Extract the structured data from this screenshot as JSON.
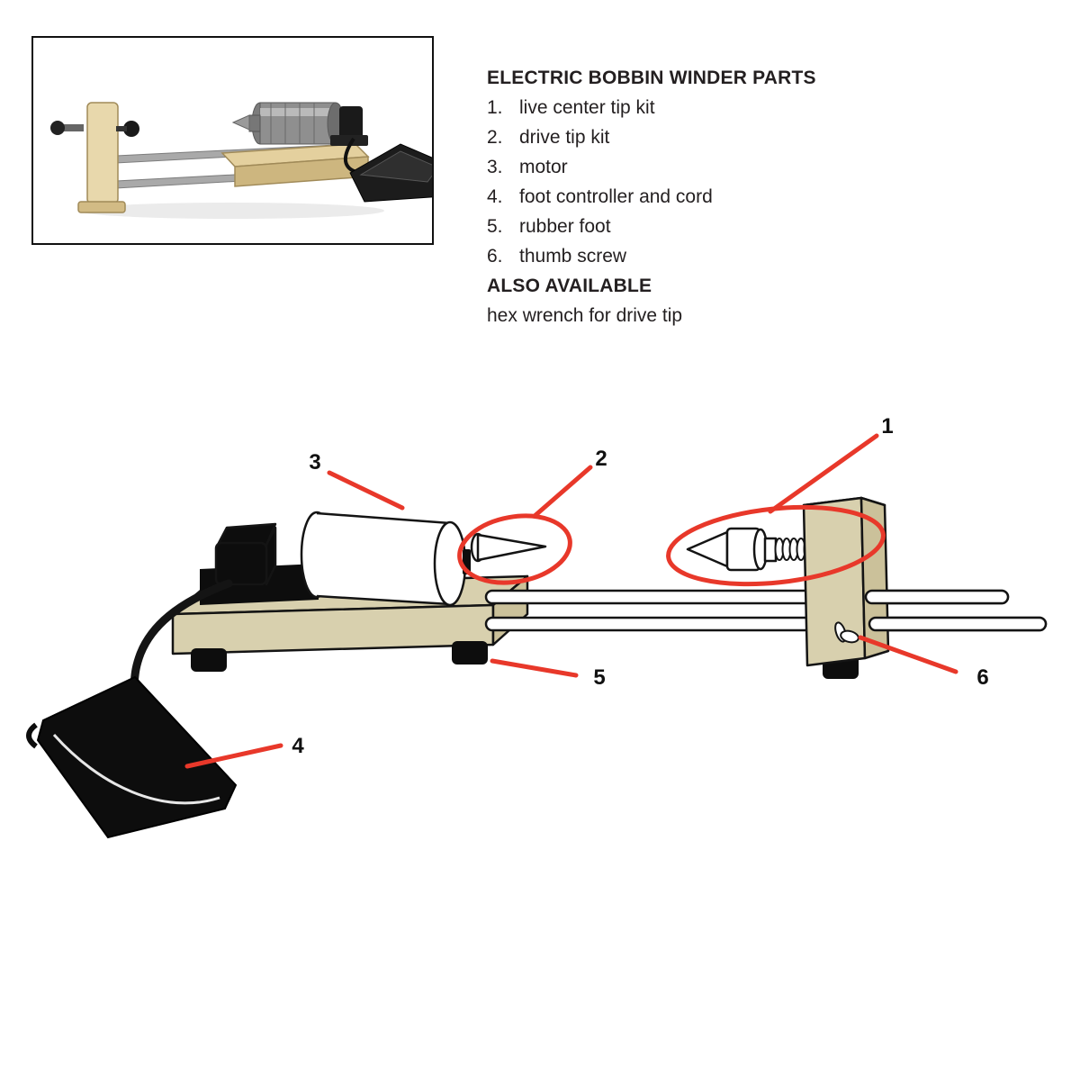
{
  "title": "ELECTRIC BOBBIN WINDER PARTS",
  "parts": [
    {
      "num": "1.",
      "label": "live center tip kit"
    },
    {
      "num": "2.",
      "label": "drive tip kit"
    },
    {
      "num": "3.",
      "label": "motor"
    },
    {
      "num": "4.",
      "label": "foot controller and cord"
    },
    {
      "num": "5.",
      "label": "rubber foot"
    },
    {
      "num": "6.",
      "label": "thumb screw"
    }
  ],
  "also_available_title": "ALSO AVAILABLE",
  "also_available_item": "hex wrench for drive tip",
  "callouts": {
    "c1": "1",
    "c2": "2",
    "c3": "3",
    "c4": "4",
    "c5": "5",
    "c6": "6"
  },
  "colors": {
    "callout_red": "#e8382a",
    "base_tan": "#d8d0ae",
    "base_tan_dark": "#cbc19a",
    "base_tan_light": "#e2dabb",
    "ink": "#141414"
  }
}
